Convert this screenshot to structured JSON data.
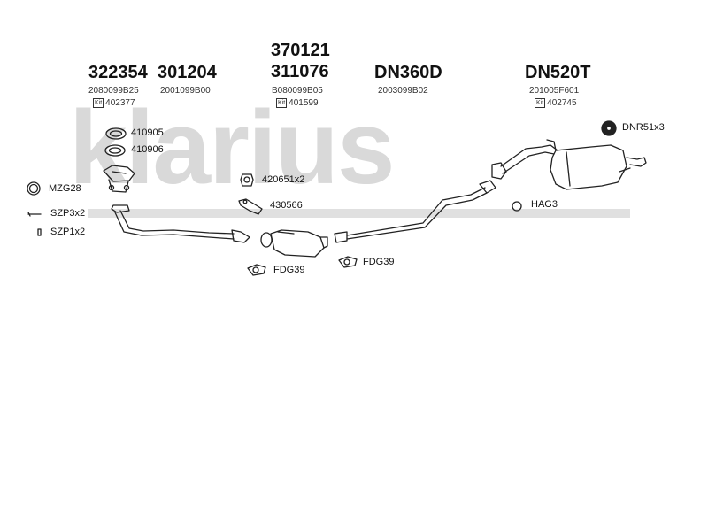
{
  "watermark": {
    "text": "klarius"
  },
  "headers": [
    {
      "part_numbers": [
        "322354"
      ],
      "oe": "2080099B25",
      "kit_badge": "Kit",
      "kit_number": "402377"
    },
    {
      "part_numbers": [
        "301204"
      ],
      "oe": "2001099B00",
      "kit_badge": "",
      "kit_number": ""
    },
    {
      "part_numbers": [
        "370121",
        "311076"
      ],
      "oe": "B080099B05",
      "kit_badge": "Kit",
      "kit_number": "401599"
    },
    {
      "part_numbers": [
        "DN360D"
      ],
      "oe": "2003099B02",
      "kit_badge": "",
      "kit_number": ""
    },
    {
      "part_numbers": [
        "DN520T"
      ],
      "oe": "201005F601",
      "kit_badge": "Kit",
      "kit_number": "402745"
    }
  ],
  "labels": {
    "ring_1": "410905",
    "ring_2": "410906",
    "mzg": "MZG28",
    "szp3": "SZP3x2",
    "szp1": "SZP1x2",
    "mount_a": "420651x2",
    "mount_b": "430566",
    "fdg_left": "FDG39",
    "fdg_right": "FDG39",
    "hag": "HAG3",
    "dnr": "DNR51x3"
  }
}
